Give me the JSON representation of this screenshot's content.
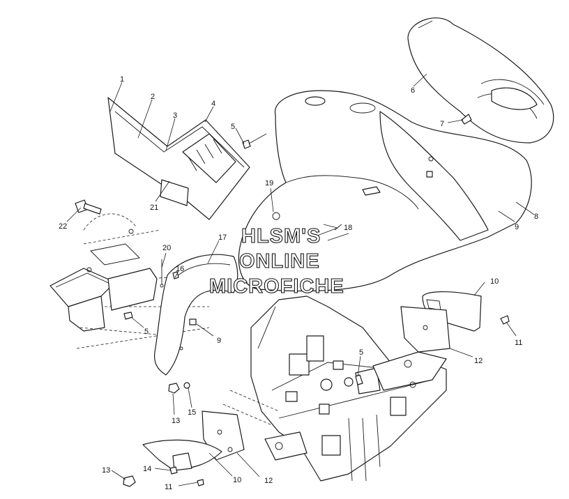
{
  "watermark": {
    "line1": "HLSM'S",
    "line2": "ONLINE",
    "line3": "MICROFICHE"
  },
  "callouts": [
    {
      "id": "c1",
      "label": "1"
    },
    {
      "id": "c2",
      "label": "2"
    },
    {
      "id": "c3",
      "label": "3"
    },
    {
      "id": "c4",
      "label": "4"
    },
    {
      "id": "c5a",
      "label": "5"
    },
    {
      "id": "c6",
      "label": "6"
    },
    {
      "id": "c7",
      "label": "7"
    },
    {
      "id": "c8",
      "label": "8"
    },
    {
      "id": "c9a",
      "label": "9"
    },
    {
      "id": "c10a",
      "label": "10"
    },
    {
      "id": "c11a",
      "label": "11"
    },
    {
      "id": "c12a",
      "label": "12"
    },
    {
      "id": "c19",
      "label": "19"
    },
    {
      "id": "c18",
      "label": "18"
    },
    {
      "id": "c21",
      "label": "21"
    },
    {
      "id": "c22",
      "label": "22"
    },
    {
      "id": "c17",
      "label": "17"
    },
    {
      "id": "c20",
      "label": "20"
    },
    {
      "id": "c16",
      "label": "16"
    },
    {
      "id": "c5b",
      "label": "5"
    },
    {
      "id": "c9b",
      "label": "9"
    },
    {
      "id": "c5c",
      "label": "5"
    },
    {
      "id": "c13a",
      "label": "13"
    },
    {
      "id": "c15",
      "label": "15"
    },
    {
      "id": "c12b",
      "label": "12"
    },
    {
      "id": "c10b",
      "label": "10"
    },
    {
      "id": "c13b",
      "label": "13"
    },
    {
      "id": "c14",
      "label": "14"
    },
    {
      "id": "c11b",
      "label": "11"
    }
  ]
}
